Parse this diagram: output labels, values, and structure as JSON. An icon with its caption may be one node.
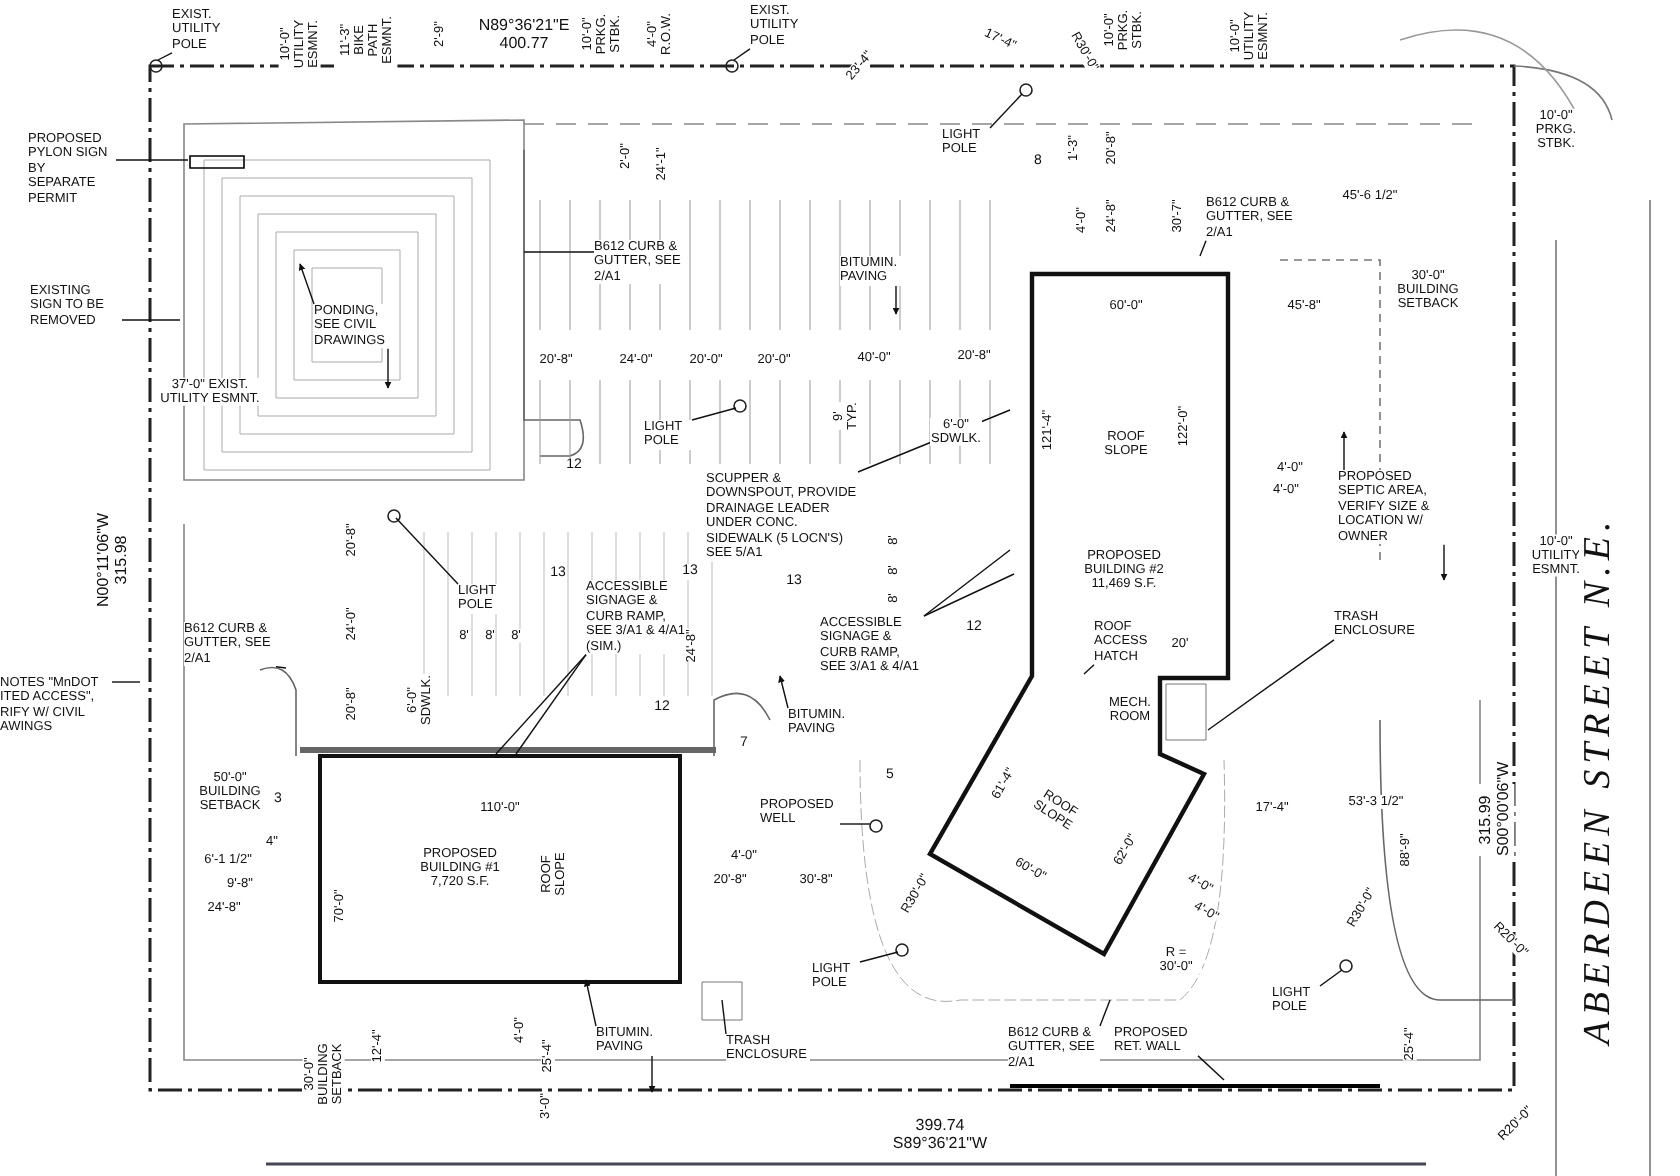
{
  "diagram": {
    "nodes": [
      {
        "text": [
          "PROPOSED BUILDING #1 7,720 S.F.",
          "ROOF SLOPE"
        ]
      },
      {
        "text": [
          "ROOF SLOPE",
          "PROPOSED BUILDING #2 11,469 S.F.",
          "MECH. ROOM",
          "ROOF SLOPE"
        ]
      },
      {
        "text": [
          "EXIST. UTILITY POLE"
        ]
      },
      {
        "text": [
          "EXIST. UTILITY POLE"
        ]
      },
      {
        "text": [
          "PROPOSED PYLON SIGN BY SEPARATE PERMIT"
        ]
      },
      {
        "text": [
          "EXISTING SIGN TO BE REMOVED"
        ]
      },
      {
        "text": [
          "PONDING, SEE CIVIL DRAWINGS"
        ]
      },
      {
        "text": [
          "B612 CURB & GUTTER, SEE 2/A1"
        ]
      },
      {
        "text": [
          "LIGHT POLE"
        ]
      },
      {
        "text": [
          "B612 CURB & GUTTER, SEE 2/A1"
        ]
      },
      {
        "text": [
          "BITUMIN. PAVING"
        ]
      },
      {
        "text": [
          "LIGHT POLE"
        ]
      },
      {
        "text": [
          "SCUPPER & DOWNSPOUT, PROVIDE DRAINAGE LEADER UNDER CONC. SIDEWALK (5 LOCN'S) SEE 5/A1"
        ]
      },
      {
        "text": [
          "LIGHT POLE"
        ]
      },
      {
        "text": [
          "B612 CURB & GUTTER, SEE 2/A1"
        ]
      },
      {
        "text": [
          "ACCESSIBLE SIGNAGE & CURB RAMP, SEE 3/A1 & 4/A1 (SIM.)"
        ]
      },
      {
        "text": [
          "ACCESSIBLE SIGNAGE & CURB RAMP, SEE 3/A1 & 4/A1"
        ]
      },
      {
        "text": [
          "BITUMIN. PAVING"
        ]
      },
      {
        "text": [
          "PROPOSED SEPTIC AREA, VERIFY SIZE & LOCATION W/ OWNER"
        ]
      },
      {
        "text": [
          "TRASH ENCLOSURE"
        ]
      },
      {
        "text": [
          "PROPOSED WELL"
        ]
      },
      {
        "text": [
          "LIGHT POLE"
        ]
      },
      {
        "text": [
          "LIGHT POLE"
        ]
      },
      {
        "text": [
          "B612 CURB & GUTTER, SEE 2/A1"
        ]
      },
      {
        "text": [
          "PROPOSED RET. WALL"
        ]
      },
      {
        "text": [
          "BITUMIN. PAVING"
        ]
      },
      {
        "text": [
          "TRASH ENCLOSURE"
        ]
      },
      {
        "text": [
          "NOTES \"MnDOT ITED ACCESS\", RIFY W/ CIVIL AWINGS"
        ]
      },
      {
        "text": [
          "ROOF ACCESS HATCH"
        ],
        "in": 1
      }
    ],
    "edges": [
      {
        "from": 2,
        "to": null,
        "arrow": "none"
      },
      {
        "from": 3,
        "to": null,
        "arrow": "none"
      },
      {
        "from": 4,
        "to": null,
        "arrow": "none"
      },
      {
        "from": 5,
        "to": null,
        "arrow": "none"
      },
      {
        "from": 6,
        "to": null,
        "arrow": "to"
      },
      {
        "from": 6,
        "to": null,
        "arrow": "to"
      },
      {
        "from": 7,
        "to": null,
        "arrow": "none"
      },
      {
        "from": 8,
        "to": null,
        "arrow": "none"
      },
      {
        "from": 9,
        "to": null,
        "arrow": "none"
      },
      {
        "from": 10,
        "to": null,
        "arrow": "to"
      },
      {
        "from": 11,
        "to": null,
        "arrow": "none"
      },
      {
        "from": 12,
        "to": 1,
        "arrow": "none"
      },
      {
        "from": 13,
        "to": null,
        "arrow": "none"
      },
      {
        "from": 14,
        "to": null,
        "arrow": "none"
      },
      {
        "from": 15,
        "to": 0,
        "arrow": "none"
      },
      {
        "from": 15,
        "to": 0,
        "arrow": "none"
      },
      {
        "from": 16,
        "to": 1,
        "arrow": "none"
      },
      {
        "from": 16,
        "to": 1,
        "arrow": "none"
      },
      {
        "from": 17,
        "to": null,
        "arrow": "to"
      },
      {
        "from": 18,
        "to": null,
        "arrow": "to"
      },
      {
        "from": 18,
        "to": null,
        "arrow": "to"
      },
      {
        "from": 19,
        "to": null,
        "arrow": "none"
      },
      {
        "from": 20,
        "to": null,
        "arrow": "none"
      },
      {
        "from": 21,
        "to": null,
        "arrow": "none"
      },
      {
        "from": 22,
        "to": null,
        "arrow": "none"
      },
      {
        "from": 23,
        "to": null,
        "arrow": "none"
      },
      {
        "from": 24,
        "to": null,
        "arrow": "none"
      },
      {
        "from": 25,
        "to": 0,
        "arrow": "to"
      },
      {
        "from": 25,
        "to": null,
        "arrow": "to"
      },
      {
        "from": 26,
        "to": null,
        "arrow": "none"
      },
      {
        "from": 27,
        "to": null,
        "arrow": "none"
      },
      {
        "from": 28,
        "to": null,
        "arrow": "none"
      }
    ],
    "labels": [
      "10'-0\" UTILITY ESMNT.",
      "11'-3\" BIKE PATH ESMNT.",
      "2'-9\"",
      "N89°36'21\"E 400.77",
      "10'-0\" PRKG. STBK.",
      "4'-0\" R.O.W.",
      "2'-0\"",
      "24'-1\"",
      "23'-4\"",
      "17'-4\"",
      "R30'-0\"",
      "10'-0\" PRKG. STBK.",
      "10'-0\" UTILITY ESMNT.",
      "10'-0\" PRKG. STBK.",
      "8",
      "1'-3\"",
      "20'-8\"",
      "4'-0\"",
      "24'-8\"",
      "30'-7\"",
      "45'-6 1/2\"",
      "60'-0\"",
      "45'-8\"",
      "30'-0\" BUILDING SETBACK",
      "20'-8\"",
      "24'-0\"",
      "20'-0\"",
      "20'-0\"",
      "40'-0\"",
      "20'-8\"",
      "9' TYP.",
      "37'-0\" EXIST. UTILITY ESMNT.",
      "12",
      "6'-0\" SDWLK.",
      "121'-4\"",
      "122'-0\"",
      "4'-0\"",
      "4'-0\"",
      "10'-0\" UTILITY ESMNT.",
      "N00°11'06\"W 315.98",
      "13",
      "13",
      "13",
      "20'-8\"",
      "24'-0\"",
      "20'-8\"",
      "8'",
      "8'",
      "8'",
      "6'-0\" SDWLK.",
      "24'-8\"",
      "12",
      "8'",
      "8'",
      "8'",
      "12",
      "20'",
      "7",
      "5",
      "50'-0\" BUILDING SETBACK",
      "3",
      "110'-0\"",
      "4\"",
      "6'-1 1/2\"",
      "9'-8\"",
      "24'-8\"",
      "70'-0\"",
      "4'-0\"",
      "20'-8\"",
      "30'-8\"",
      "61'-4\"",
      "60'-0\"",
      "62'-0\"",
      "4'-0\"",
      "4'-0\"",
      "R30'-0\"",
      "R = 30'-0\"",
      "17'-4\"",
      "53'-3 1/2\"",
      "88'-9\"",
      "315.99 S00°00'06\"W",
      "R30'-0\"",
      "R20'-0\"",
      "R20'-0\"",
      "25'-4\"",
      "30'-0\" BUILDING SETBACK",
      "12'-4\"",
      "4'-0\"",
      "25'-4\"",
      "3'-0\"",
      "399.74 S89°36'21\"W",
      "ABERDEEN STREET N.E."
    ]
  }
}
